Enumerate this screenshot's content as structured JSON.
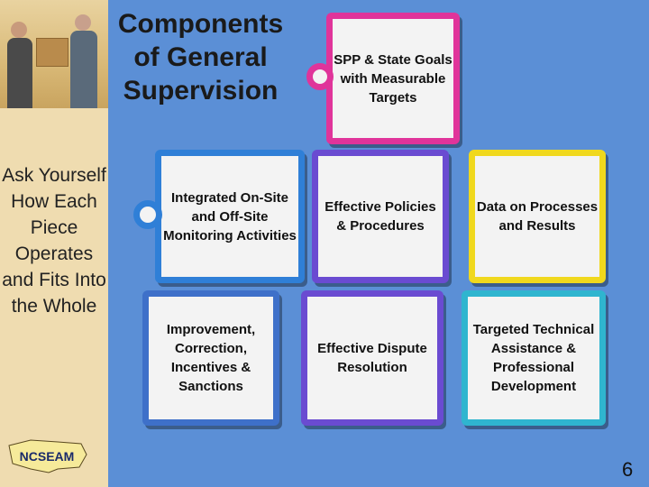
{
  "title": "Components of General Supervision",
  "sidebar": {
    "question": "Ask Yourself How Each Piece Operates and Fits Into the Whole",
    "logo_text": "NCSEAM"
  },
  "pieces": {
    "spp": "SPP & State Goals with Measurable Targets",
    "monitoring": "Integrated On-Site and Off-Site Monitoring Activities",
    "policies": "Effective Policies & Procedures",
    "data": "Data on Processes and Results",
    "improvement": "Improvement, Correction, Incentives & Sanctions",
    "dispute": "Effective Dispute Resolution",
    "assistance": "Targeted Technical Assistance & Professional Development"
  },
  "page_number": "6",
  "colors": {
    "background": "#5b8fd6",
    "pink": "#e0349a",
    "blue": "#2f7fd7",
    "purple": "#6a4bd1",
    "yellow": "#f0d81d",
    "dark_blue": "#3e70c9",
    "teal": "#2fb5cf"
  }
}
